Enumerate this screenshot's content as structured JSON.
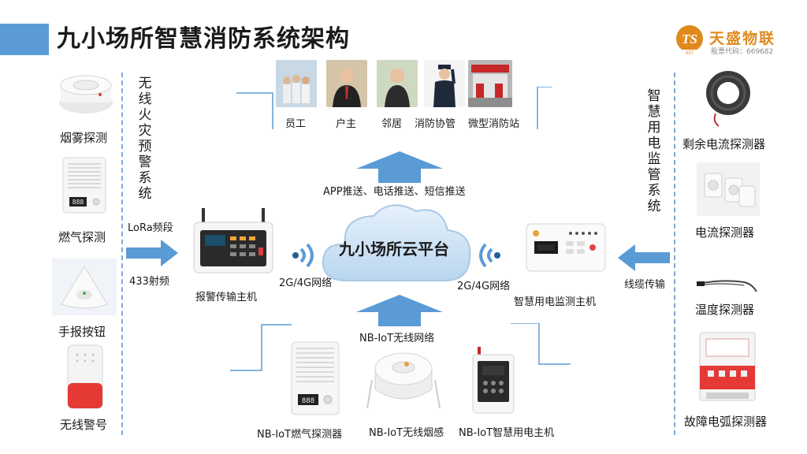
{
  "title": "九小场所智慧消防系统架构",
  "logo": {
    "name": "天盛物联",
    "sub": "股票代码：669682",
    "mark": "TS",
    "mark_sub": "IOT"
  },
  "left_system": "无线火灾预警系统",
  "right_system": "智慧用电监管系统",
  "left_devices": [
    "烟雾探测",
    "燃气探测",
    "手报按钮",
    "无线警号"
  ],
  "right_devices": [
    "剩余电流探测器",
    "电流探测器",
    "温度探测器",
    "故障电弧探测器"
  ],
  "users": [
    "员工",
    "户主",
    "邻居",
    "消防协管",
    "微型消防站"
  ],
  "push_label": "APP推送、电话推送、短信推送",
  "cloud_label": "九小场所云平台",
  "lora_label": "LoRa频段",
  "rf_label": "433射频",
  "alarm_host_label": "报警传输主机",
  "net_left": "2G/4G网络",
  "net_right": "2G/4G网络",
  "power_host_label": "智慧用电监测主机",
  "cable_label": "线缆传输",
  "nbiot_label": "NB-IoT无线网络",
  "bottom_devices": [
    "NB-IoT燃气探测器",
    "NB-IoT无线烟感",
    "NB-IoT智慧用电主机"
  ],
  "colors": {
    "accent": "#5b9bd5",
    "arrow": "#5b9bd5",
    "logo": "#e08a1e"
  }
}
